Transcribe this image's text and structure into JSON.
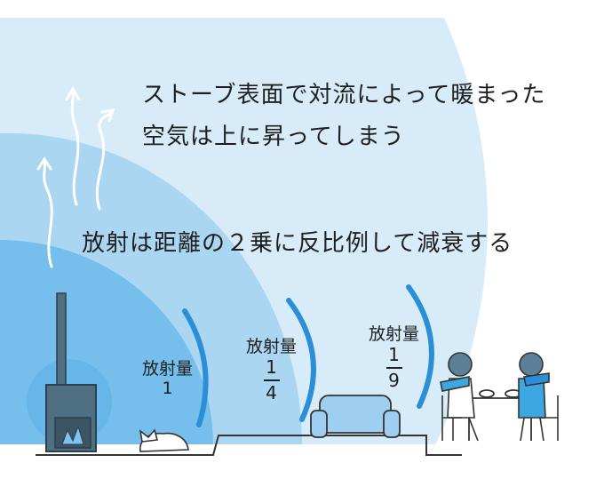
{
  "captions": {
    "convection_line1": "ストーブ表面で対流によって暖まった",
    "convection_line2": "空気は上に昇ってしまう",
    "inverse_square": "放射は距離の２乗に反比例して減衰する"
  },
  "doses": [
    {
      "label": "放射量",
      "value": "1"
    },
    {
      "label": "放射量",
      "numerator": "1",
      "denominator": "4"
    },
    {
      "label": "放射量",
      "numerator": "1",
      "denominator": "9"
    }
  ],
  "colors": {
    "outer_zone": "#d7ecf8",
    "middle_zone": "#aad6f2",
    "inner_zone": "#76bfed",
    "wave": "#2b8fd8",
    "stove": "#4f6f82"
  },
  "icons": [
    "stove-icon",
    "fire-icon",
    "cat-icon",
    "sofa-icon",
    "table-icon",
    "person-icon",
    "rising-air-arrow-icon",
    "radiation-wave-icon"
  ]
}
